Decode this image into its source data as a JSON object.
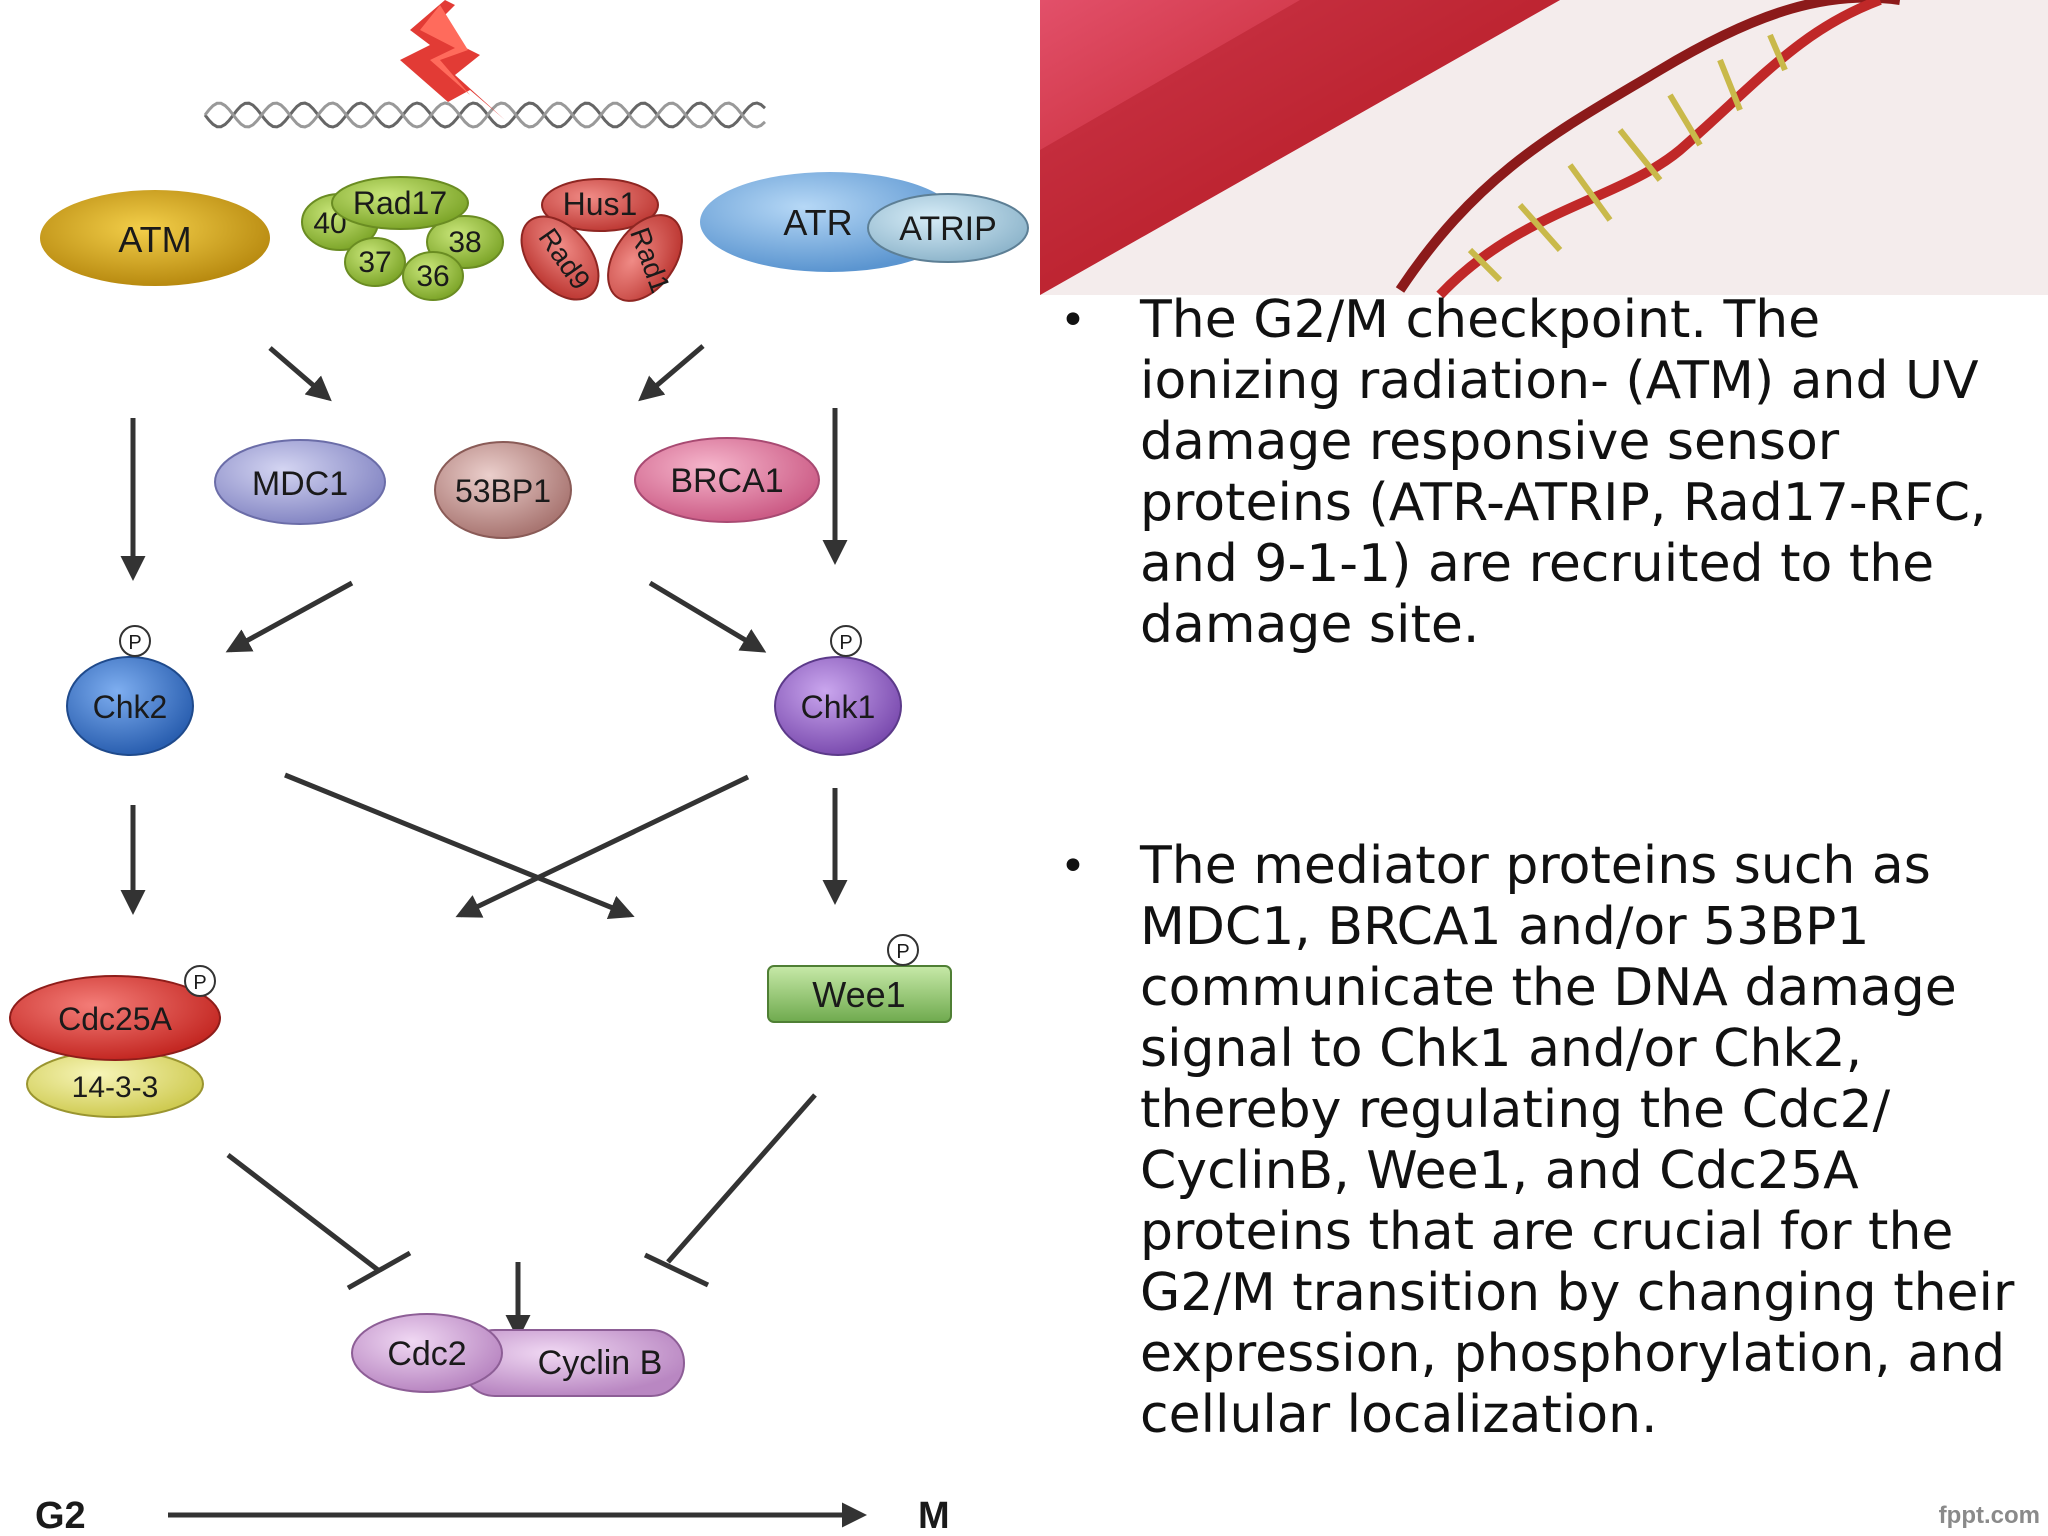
{
  "diagram": {
    "sensors": {
      "atm": "ATM",
      "rad17": "Rad17",
      "rfc40": "40",
      "rfc38": "38",
      "rfc37": "37",
      "rfc36": "36",
      "hus1": "Hus1",
      "rad9": "Rad9",
      "rad1": "Rad1",
      "atr": "ATR",
      "atrip": "ATRIP"
    },
    "mediators": {
      "mdc1": "MDC1",
      "p53bp1": "53BP1",
      "brca1": "BRCA1"
    },
    "kinases": {
      "chk2": "Chk2",
      "chk1": "Chk1",
      "phospho": "P"
    },
    "effectors": {
      "cdc25a": "Cdc25A",
      "prot1433": "14-3-3",
      "wee1": "Wee1"
    },
    "complex": {
      "cdc2": "Cdc2",
      "cyclinb": "Cyclin B"
    },
    "phase": {
      "g2": "G2",
      "m": "M"
    }
  },
  "bullets": [
    "The G2/M checkpoint. The ionizing radiation- (ATM) and UV damage responsive sensor proteins (ATR-ATRIP, Rad17-RFC, and 9-1-1) are recruited to the damage site.",
    "The mediator proteins such as MDC1, BRCA1 and/or 53BP1 communicate the DNA damage signal to Chk1 and/or Chk2, thereby regulating the Cdc2/ CyclinB, Wee1, and Cdc25A proteins that are crucial for the G2/M transition by changing their expression, phosphorylation, and cellular localization."
  ],
  "brand": "fppt.com",
  "colors": {
    "atm": "#d9a81c",
    "rfc": "#9cc63a",
    "hus1": "#d8534e",
    "atr": "#7bb2e4",
    "mdc1": "#a7a9dc",
    "p53bp1": "#c99a96",
    "brca1": "#e07fa0",
    "chk2": "#3e78c8",
    "chk1": "#9766c6",
    "cdc25a": "#d83b37",
    "prot1433": "#e6e37b",
    "wee1": "#86c46a",
    "cdc2": "#cfa3d6",
    "banner": "#c0303a"
  },
  "icons": [
    "dna-helix-icon",
    "lightning-bolt-icon",
    "phosphate-icon",
    "dna-double-helix-image"
  ]
}
